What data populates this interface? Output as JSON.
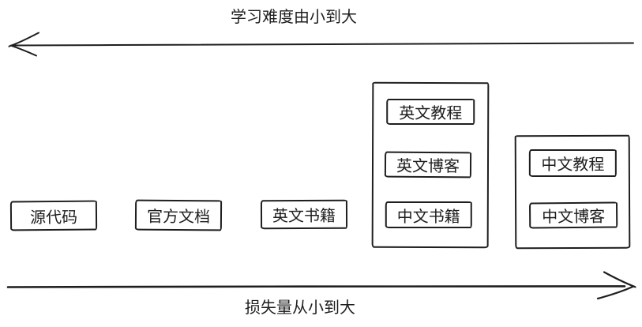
{
  "diagram": {
    "background_color": "#ffffff",
    "stroke_color": "#1e1e1e",
    "top_axis": {
      "label": "学习难度由小到大",
      "arrow_direction": "left"
    },
    "bottom_axis": {
      "label": "损失量从小到大",
      "arrow_direction": "right"
    },
    "boxes": [
      {
        "label": "源代码"
      },
      {
        "label": "官方文档"
      },
      {
        "label": "英文书籍"
      }
    ],
    "groups": [
      {
        "items": [
          {
            "label": "英文教程"
          },
          {
            "label": "英文博客"
          },
          {
            "label": "中文书籍"
          }
        ]
      },
      {
        "items": [
          {
            "label": "中文教程"
          },
          {
            "label": "中文博客"
          }
        ]
      }
    ]
  }
}
